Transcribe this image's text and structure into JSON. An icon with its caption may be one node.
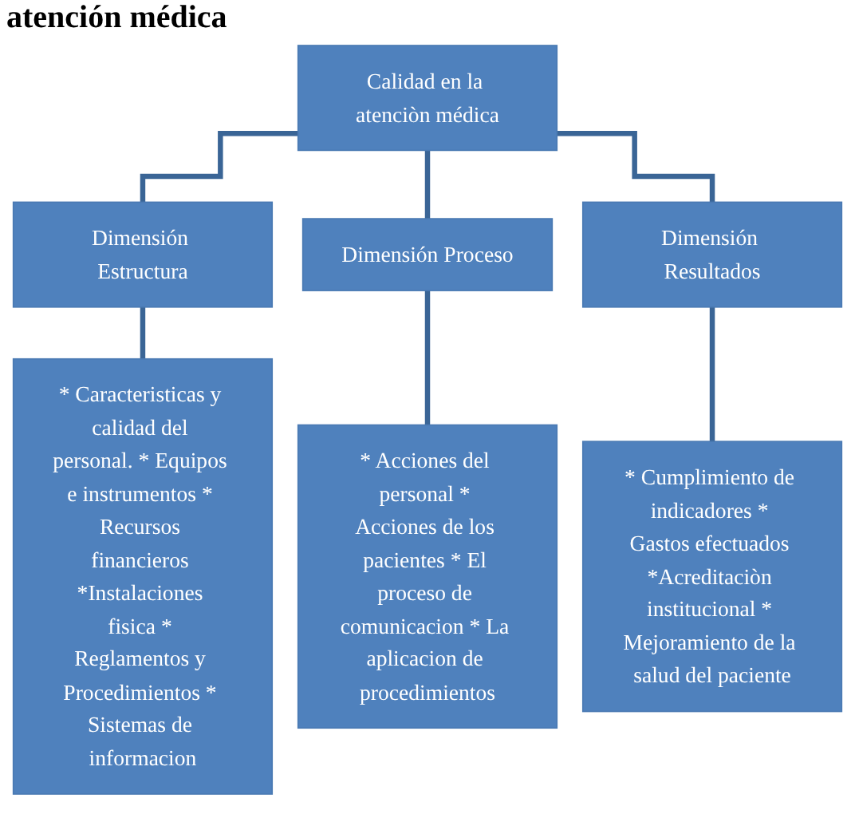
{
  "diagram": {
    "title": "atención médica",
    "nodes": [
      {
        "text": [
          "Calidad en la atenciòn médica"
        ]
      },
      {
        "text": [
          "Dimensión Estructura"
        ]
      },
      {
        "text": [
          "Dimensión Proceso"
        ]
      },
      {
        "text": [
          "Dimensión Resultados"
        ]
      },
      {
        "text": [
          "* Caracteristicas y calidad del personal. * Equipos e instrumentos * Recursos financieros *Instalaciones fisica * Reglamentos y Procedimientos * Sistemas de informacion"
        ]
      },
      {
        "text": [
          "* Acciones del personal * Acciones de los pacientes * El proceso de comunicacion * La aplicacion de procedimientos"
        ]
      },
      {
        "text": [
          "* Cumplimiento de indicadores * Gastos efectuados *Acreditaciòn institucional * Mejoramiento de la salud del paciente"
        ]
      }
    ],
    "edges": [
      {
        "from": 0,
        "to": 1,
        "arrow": "none"
      },
      {
        "from": 0,
        "to": 2,
        "arrow": "none"
      },
      {
        "from": 0,
        "to": 3,
        "arrow": "none"
      },
      {
        "from": 1,
        "to": 4,
        "arrow": "none"
      },
      {
        "from": 2,
        "to": 5,
        "arrow": "none"
      },
      {
        "from": 3,
        "to": 6,
        "arrow": "none"
      }
    ]
  }
}
